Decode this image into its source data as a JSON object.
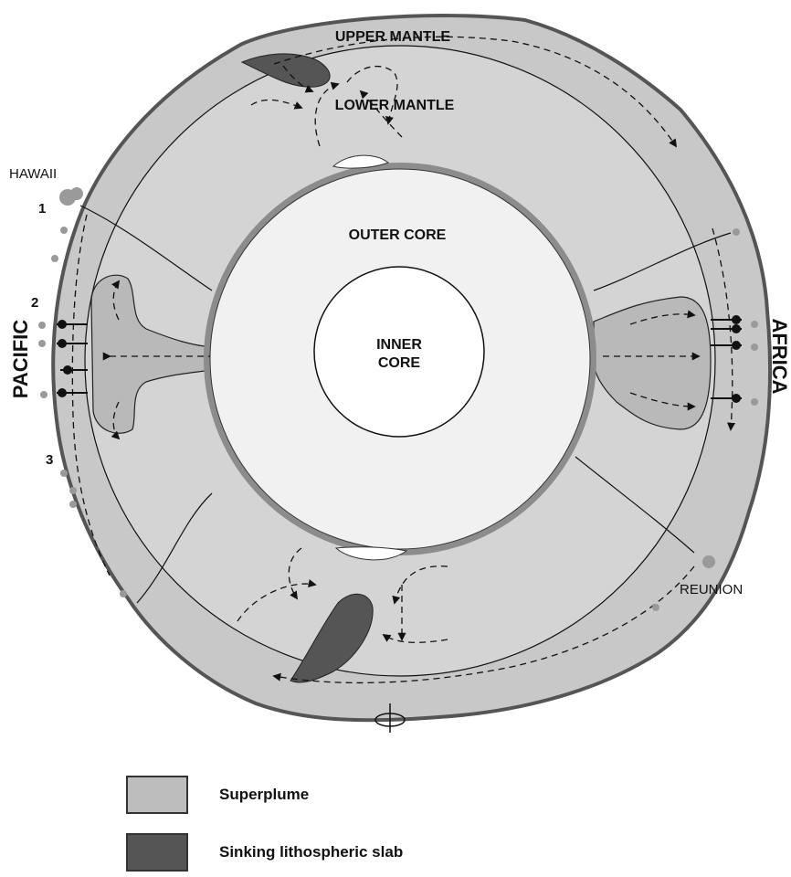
{
  "labels": {
    "upper_mantle": "UPPER MANTLE",
    "lower_mantle": "LOWER MANTLE",
    "outer_core": "OUTER CORE",
    "inner_core_line1": "INNER",
    "inner_core_line2": "CORE",
    "pacific": "PACIFIC",
    "africa": "AFRICA",
    "hawaii": "HAWAII",
    "reunion": "REUNION",
    "marker_1": "1",
    "marker_2": "2",
    "marker_3": "3"
  },
  "legend": [
    {
      "label": "Superplume",
      "color": "#bdbdbd"
    },
    {
      "label": "Sinking lithospheric slab",
      "color": "#555555"
    }
  ],
  "colors": {
    "mantle": "#d3d3d3",
    "upper_mantle": "#c9c9c9",
    "superplume": "#b9b9b9",
    "slab": "#555555",
    "outer_core": "#f1f1f1",
    "inner_core": "#ffffff",
    "outline": "#555555"
  }
}
